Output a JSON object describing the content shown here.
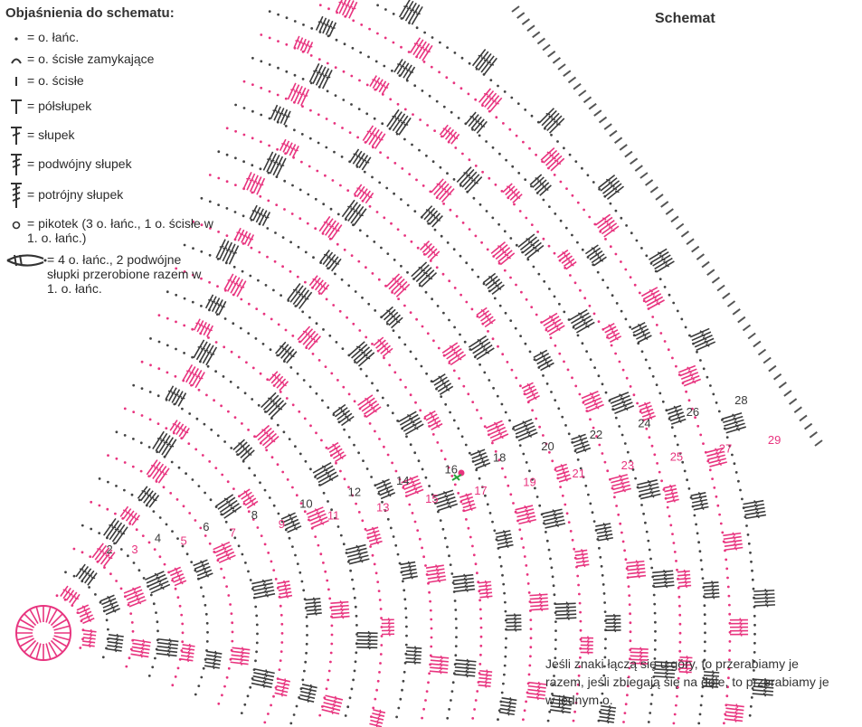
{
  "legend": {
    "title": "Objaśnienia do schematu:",
    "items": [
      {
        "symbol": "chain-dot",
        "text": "= o. łańc."
      },
      {
        "symbol": "slip-stitch-arc",
        "text": "= o. ścisłe zamykające"
      },
      {
        "symbol": "single-crochet-bar",
        "text": "= o. ścisłe"
      },
      {
        "symbol": "half-double-crochet",
        "text": "= półsłupek"
      },
      {
        "symbol": "double-crochet",
        "text": "= słupek"
      },
      {
        "symbol": "treble-crochet",
        "text": "= podwójny słupek"
      },
      {
        "symbol": "double-treble-crochet",
        "text": "= potrójny słupek"
      },
      {
        "symbol": "picot-circle",
        "text": "= pikotek (3 o. łańc., 1 o. ścisłe w 1. o. łańc.)"
      },
      {
        "symbol": "cluster-leaf",
        "text": "= 4 o. łańc., 2 podwójne słupki przerobione razem w 1. o. łańc."
      }
    ]
  },
  "diagram": {
    "title": "Schemat",
    "row_labels": [
      "2",
      "3",
      "4",
      "5",
      "6",
      "7",
      "8",
      "9",
      "10",
      "11",
      "12",
      "13",
      "14",
      "15",
      "16",
      "17",
      "18",
      "19",
      "20",
      "21",
      "22",
      "23",
      "24",
      "25",
      "26",
      "27",
      "28",
      "29"
    ],
    "colors": {
      "pink": "#e8347f",
      "dark": "#3a3a3a",
      "chain": "#444444"
    }
  },
  "note": "Jeśli znaki łączą się u góry, to przerabiamy je razem, jeśli zbiegają się na dole, to przerabiamy je w jednym o."
}
